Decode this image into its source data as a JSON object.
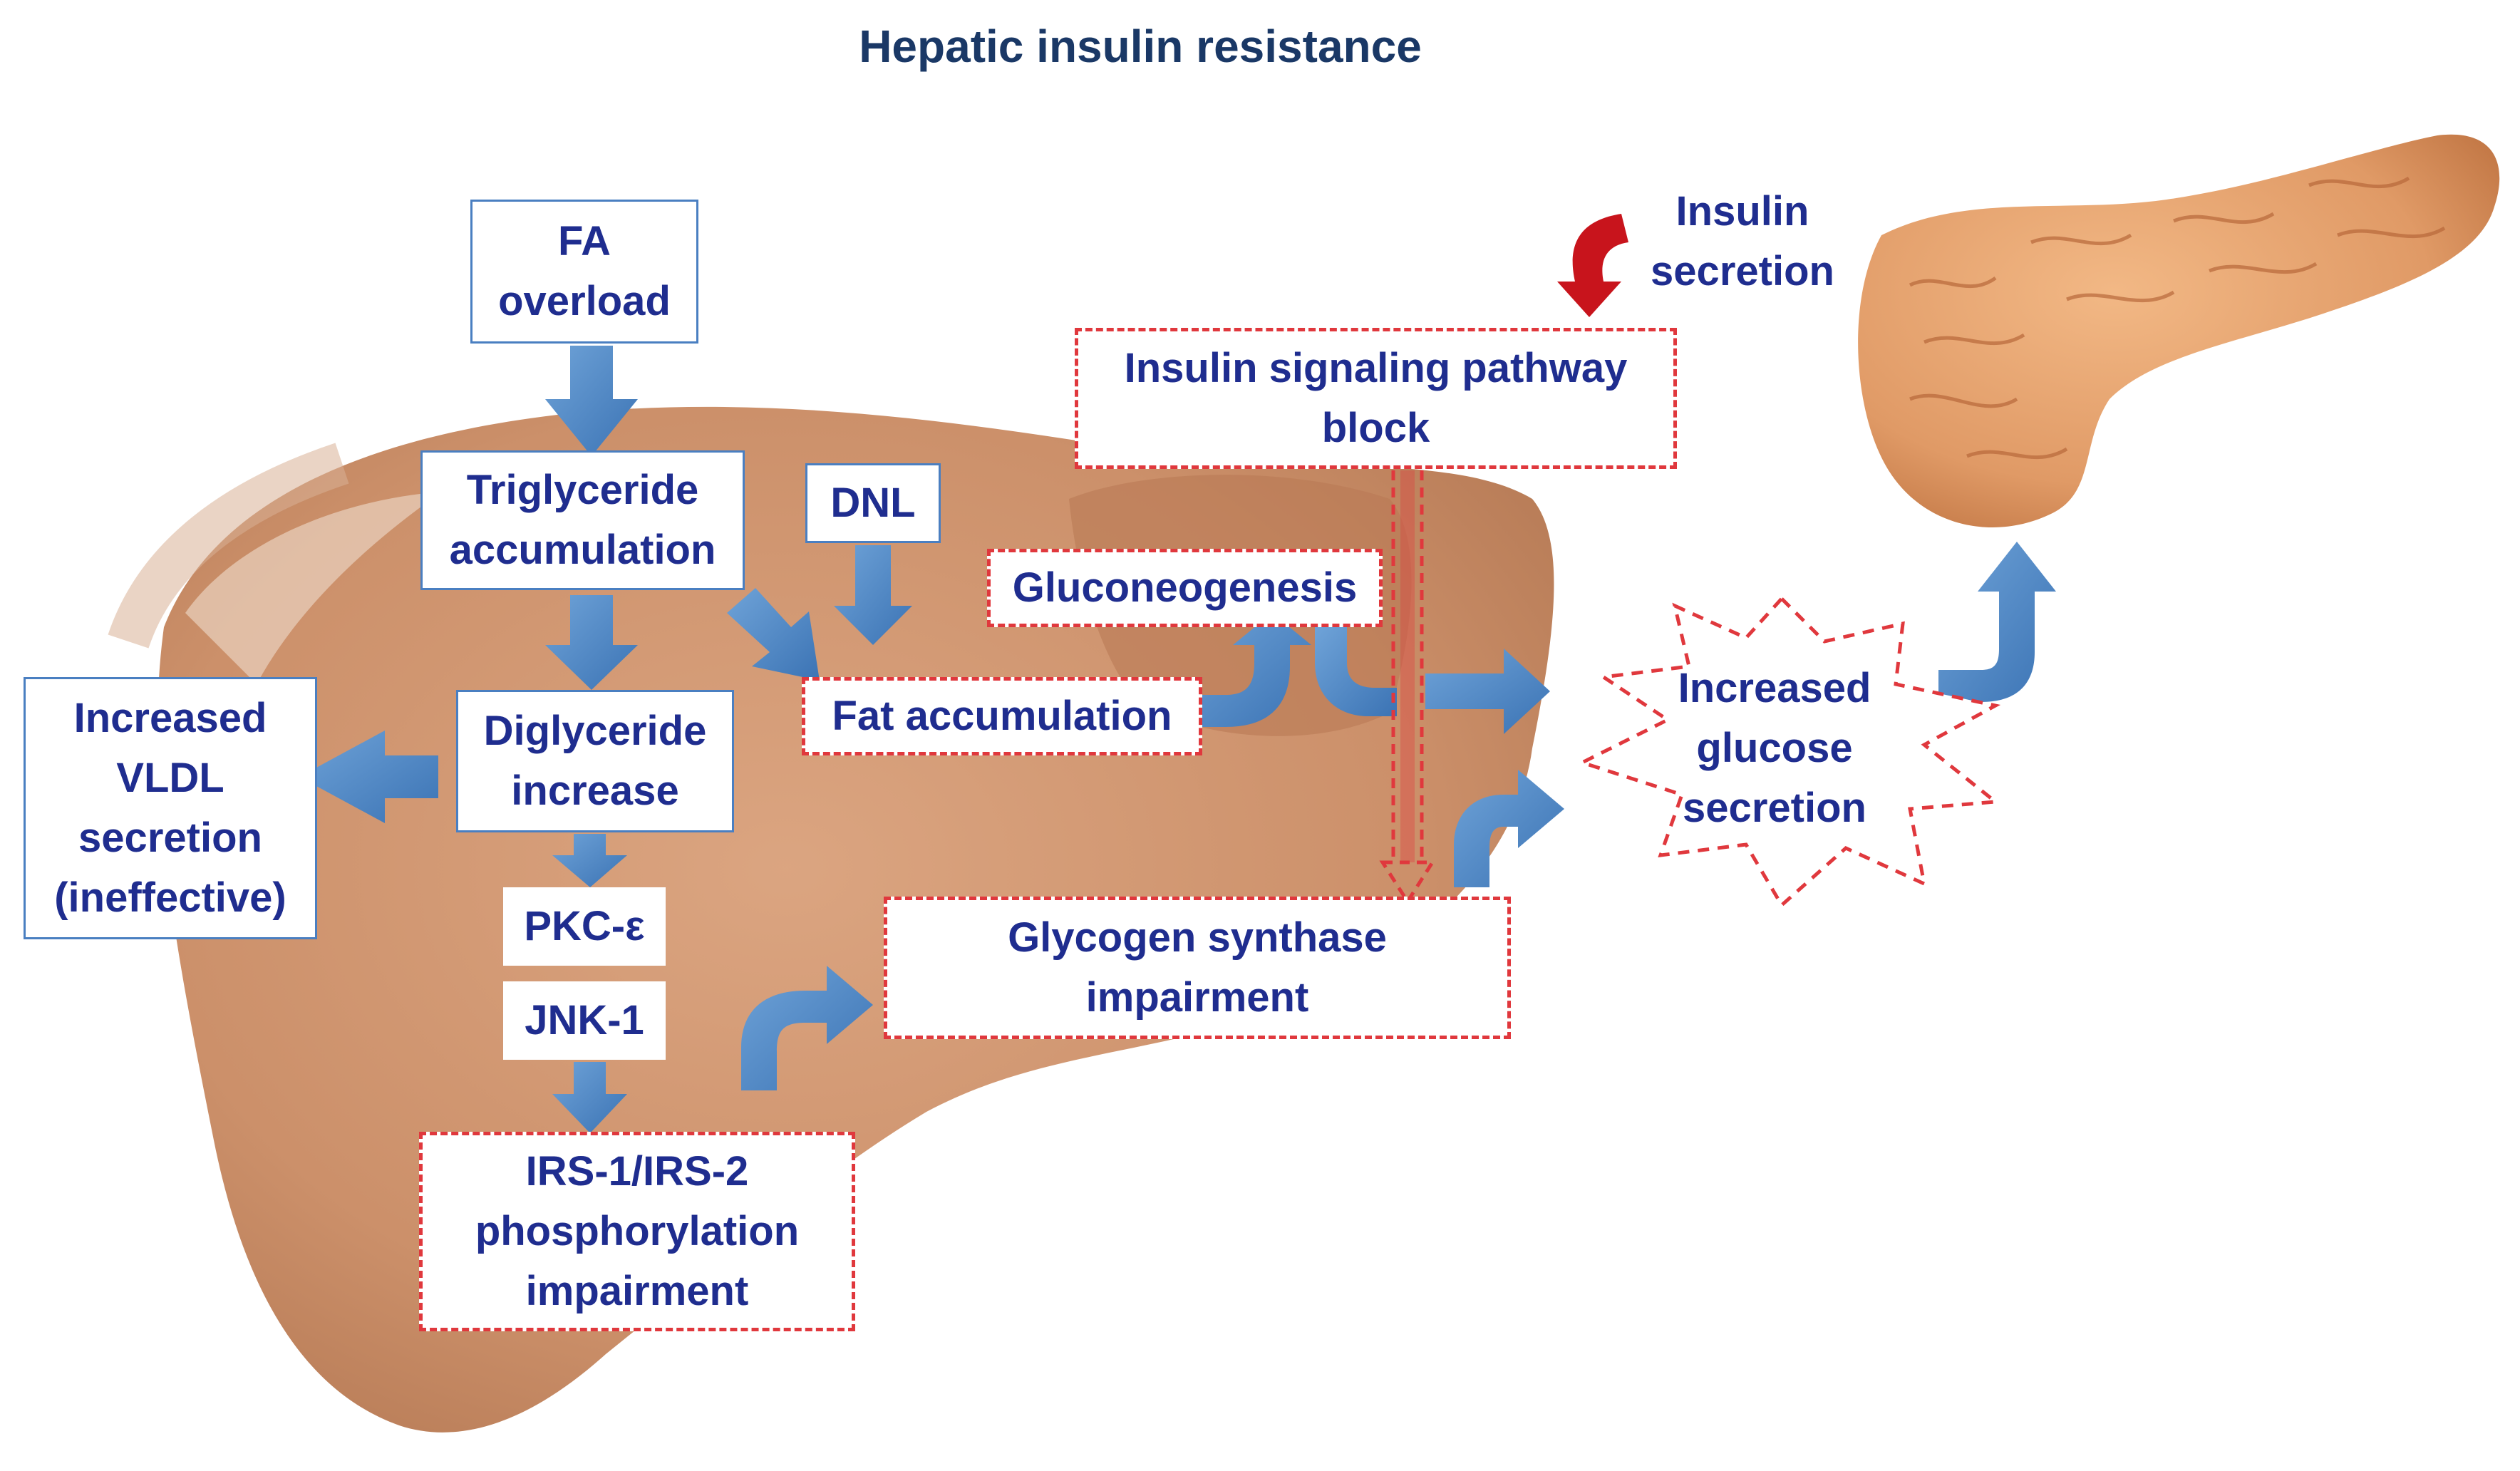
{
  "title": "Hepatic insulin resistance",
  "nodes": {
    "fa_overload": "FA\noverload",
    "triglyceride": "Triglyceride\naccumulation",
    "dnl": "DNL",
    "diglyceride": "Diglyceride\nincrease",
    "vldl": "Increased\nVLDL\nsecretion\n(ineffective)",
    "pkc": "PKC-ε",
    "jnk": "JNK-1",
    "irs": "IRS-1/IRS-2\nphosphorylation\nimpairment",
    "fat_accumulation": "Fat accumulation",
    "gluconeogenesis": "Gluconeogenesis",
    "insulin_signaling": "Insulin signaling pathway\nblock",
    "glycogen_synthase": "Glycogen synthase\nimpairment",
    "glucose_secretion": "Increased\nglucose\nsecretion",
    "insulin_secretion": "Insulin\nsecretion"
  },
  "colors": {
    "arrow_blue": "#4a86c6",
    "dashed_red": "#e0383d",
    "insulin_arrow_red": "#c8141c",
    "liver": "#c98a62",
    "pancreas": "#e0a070",
    "text_navy": "#1f2d8f"
  },
  "icons": {
    "liver": "liver-illustration",
    "pancreas": "pancreas-illustration"
  }
}
